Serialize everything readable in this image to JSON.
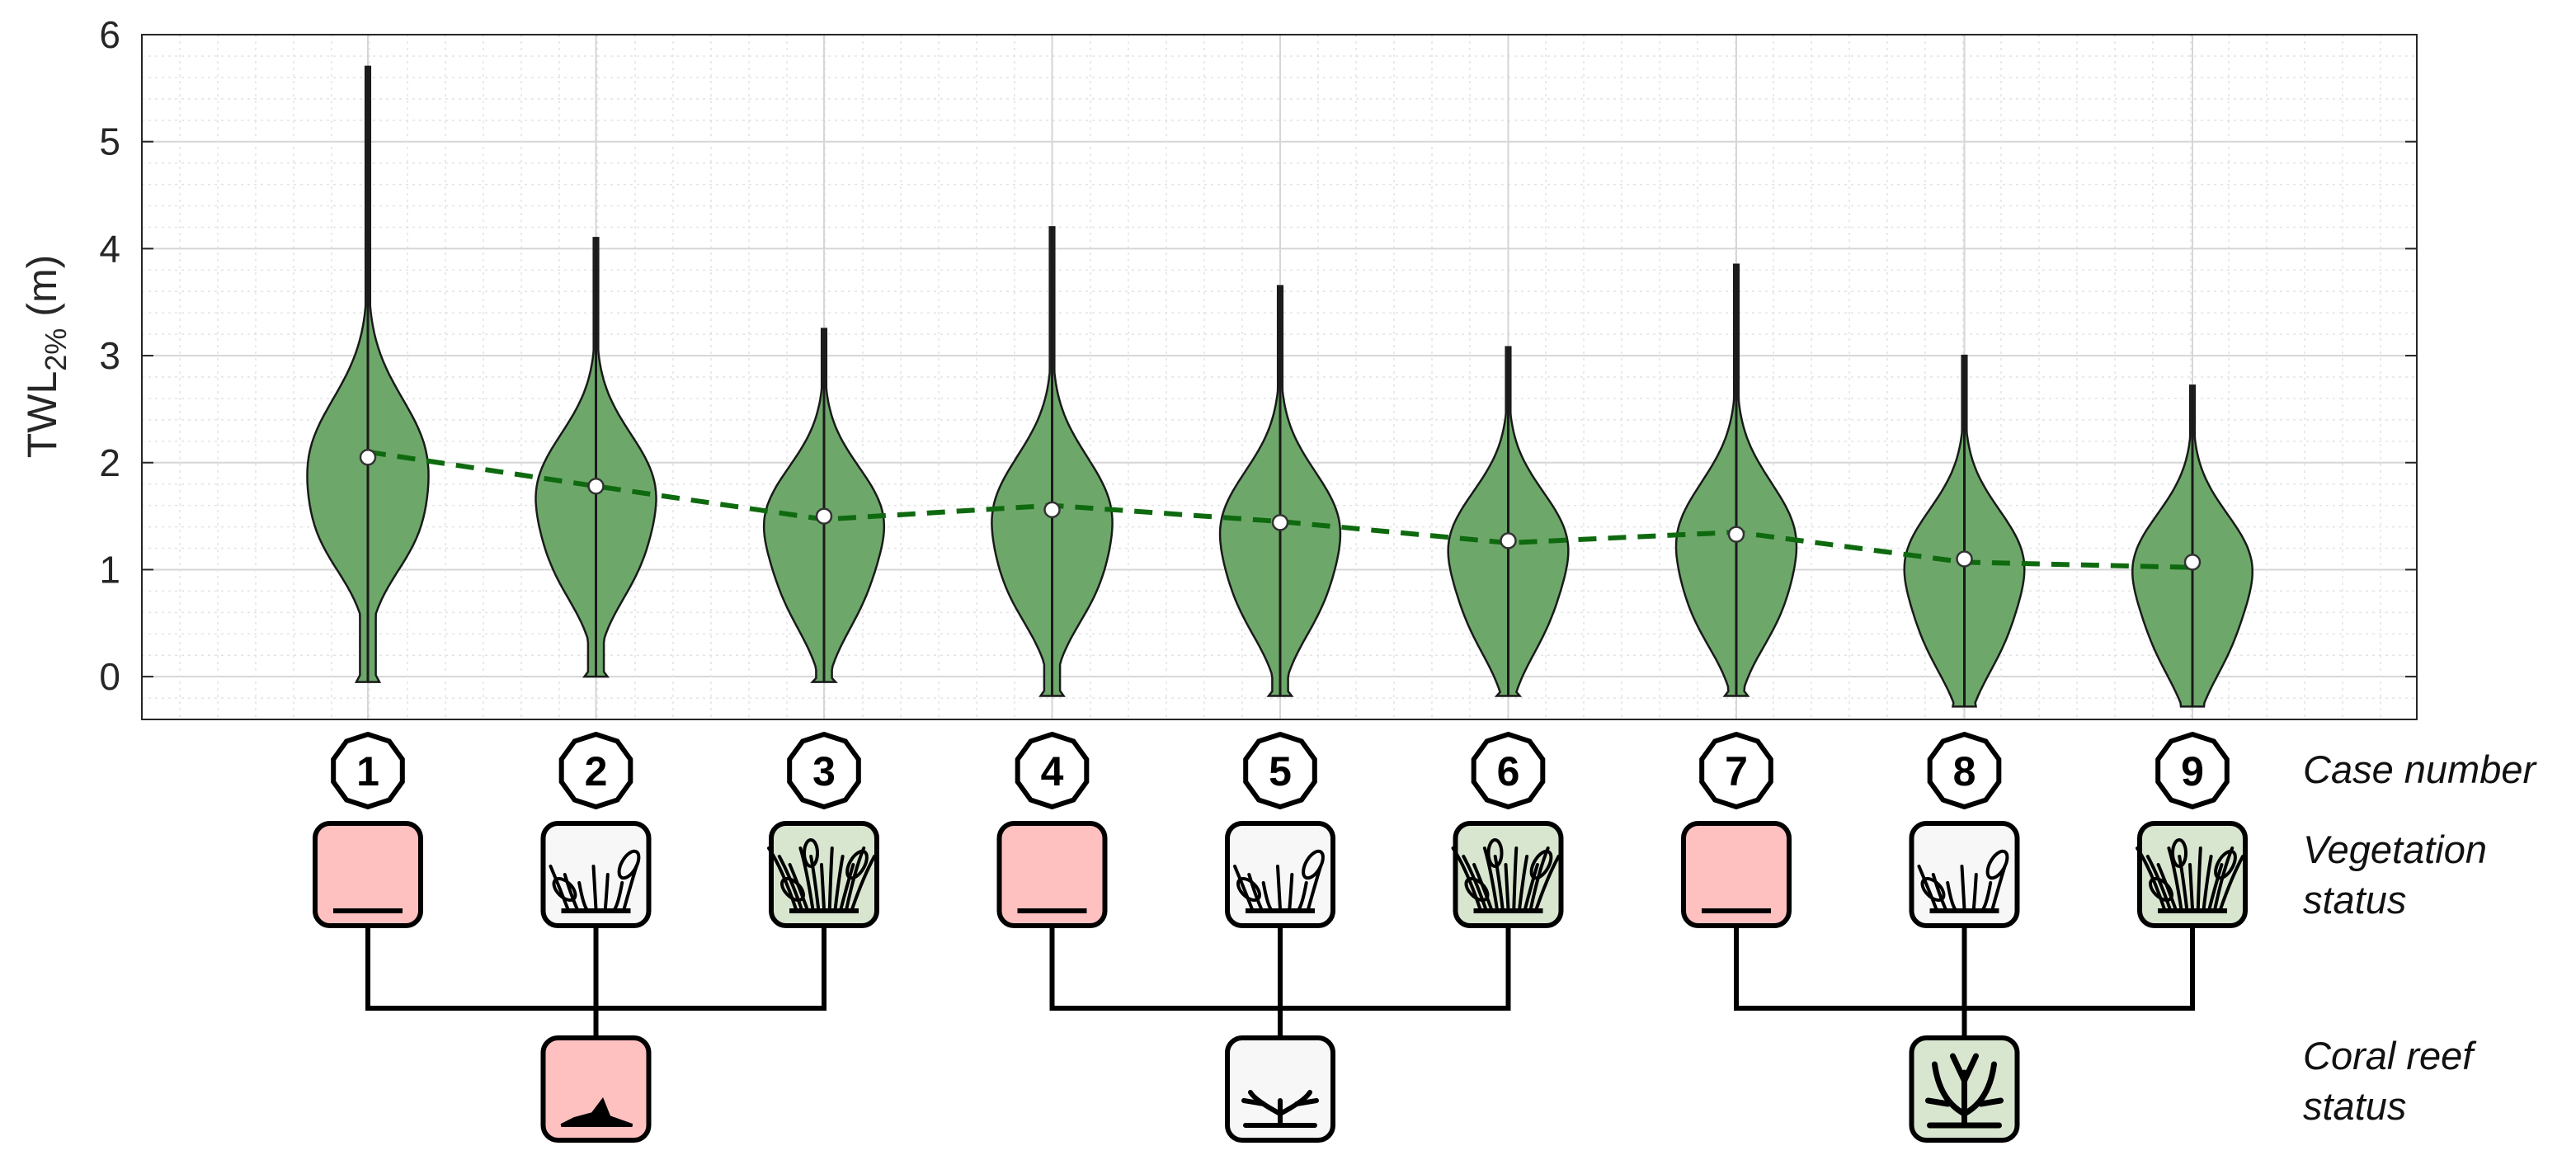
{
  "chart_data": {
    "type": "violin",
    "ylabel": "TWL",
    "ylabel_sub": "2%",
    "ylabel_unit": "(m)",
    "ylim": [
      -0.4,
      6
    ],
    "yticks": [
      0,
      1,
      2,
      3,
      4,
      5,
      6
    ],
    "grid": true,
    "minor_grid": true,
    "categories": [
      "1",
      "2",
      "3",
      "4",
      "5",
      "6",
      "7",
      "8",
      "9"
    ],
    "violins": [
      {
        "case": "1",
        "min": -0.05,
        "max": 5.7,
        "median": 2.05
      },
      {
        "case": "2",
        "min": 0.0,
        "max": 4.1,
        "median": 1.78
      },
      {
        "case": "3",
        "min": -0.05,
        "max": 3.25,
        "median": 1.5
      },
      {
        "case": "4",
        "min": -0.18,
        "max": 4.2,
        "median": 1.56
      },
      {
        "case": "5",
        "min": -0.18,
        "max": 3.65,
        "median": 1.44
      },
      {
        "case": "6",
        "min": -0.18,
        "max": 3.08,
        "median": 1.27
      },
      {
        "case": "7",
        "min": -0.18,
        "max": 3.85,
        "median": 1.33
      },
      {
        "case": "8",
        "min": -0.28,
        "max": 3.0,
        "median": 1.1
      },
      {
        "case": "9",
        "min": -0.28,
        "max": 2.72,
        "median": 1.07
      }
    ],
    "trend_line": {
      "style": "dashed",
      "color": "#0f6a0f",
      "values": [
        2.1,
        1.78,
        1.47,
        1.6,
        1.45,
        1.25,
        1.35,
        1.07,
        1.02
      ]
    }
  },
  "row_labels": {
    "case_number": "Case number",
    "vegetation_line1": "Vegetation",
    "vegetation_line2": "status",
    "coral_line1": "Coral reef",
    "coral_line2": "status"
  },
  "vegetation_status": [
    "none",
    "sparse",
    "dense",
    "none",
    "sparse",
    "dense",
    "none",
    "sparse",
    "dense"
  ],
  "coral_status": [
    "degraded",
    "intermediate",
    "healthy"
  ],
  "colors": {
    "violin_fill": "#6da86a",
    "violin_stroke": "#1a1a1a",
    "trend": "#0f6a0f",
    "none_status": "#ffc0c0",
    "sparse_status": "#f7f7f7",
    "dense_status": "#d9e6cf"
  }
}
